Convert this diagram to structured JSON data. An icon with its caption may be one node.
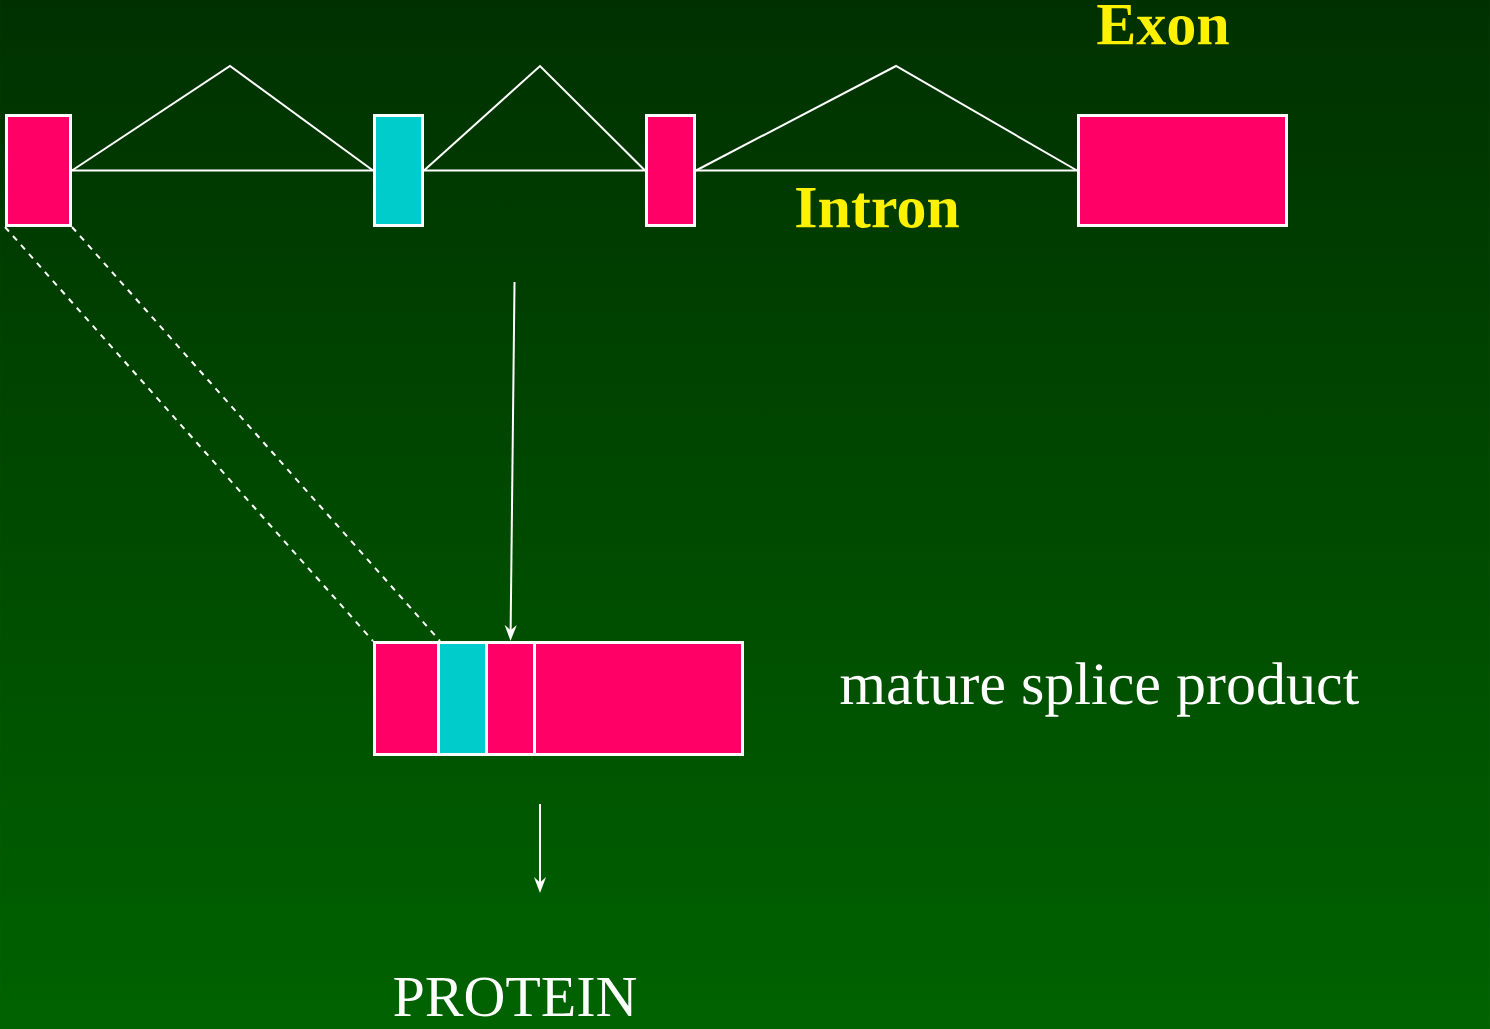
{
  "diagram": {
    "nodes": [
      {
        "text": [],
        "shape": "box"
      },
      {
        "text": [],
        "shape": "box"
      },
      {
        "text": [],
        "shape": "box"
      },
      {
        "text": [],
        "shape": "box"
      },
      {
        "text": [],
        "shape": "box"
      },
      {
        "text": [],
        "shape": "box"
      },
      {
        "text": [],
        "shape": "box"
      },
      {
        "text": [],
        "shape": "box",
        "beside": [
          "mature splice product"
        ]
      },
      {
        "text": [
          "PROTEIN"
        ]
      }
    ],
    "edges": [
      {
        "from": 0,
        "to": 1,
        "arrow": "none"
      },
      {
        "from": 0,
        "to": 1,
        "arrow": "none"
      },
      {
        "from": 1,
        "to": 2,
        "arrow": "none"
      },
      {
        "from": 1,
        "to": 2,
        "arrow": "none"
      },
      {
        "from": 2,
        "to": 3,
        "arrow": "none"
      },
      {
        "from": 2,
        "to": 3,
        "arrow": "none"
      },
      {
        "from": 0,
        "to": 4,
        "arrow": "none",
        "style": "dashed"
      },
      {
        "from": 0,
        "to": 4,
        "arrow": "none",
        "style": "dashed"
      },
      {
        "from": null,
        "to": 6,
        "arrow": "to"
      },
      {
        "from": 7,
        "to": 8,
        "arrow": "to"
      }
    ],
    "labels": [
      "Exon",
      "Intron"
    ]
  }
}
